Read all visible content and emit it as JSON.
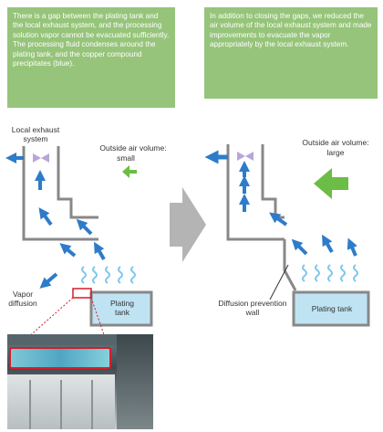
{
  "notes": {
    "left": "There is a gap between the plating tank and the local exhaust system, and the processing solution vapor cannot be evacuated sufficiently. The processing fluid condenses around the plating tank, and the copper compound precipitates (blue).",
    "right": "In addition to closing the gaps, we reduced the air volume of the local exhaust system and made improvements to evacuate the vapor appropriately by the local exhaust system."
  },
  "left_panel": {
    "exhaust_label": "Local exhaust system",
    "air_volume_label": "Outside air volume:",
    "air_volume_value": "small",
    "vapor_label": "Vapor diffusion",
    "tank_label": "Plating tank"
  },
  "right_panel": {
    "air_volume_label": "Outside air volume:",
    "air_volume_value": "large",
    "wall_label": "Diffusion prevention wall",
    "tank_label": "Plating tank"
  },
  "colors": {
    "note_bg": "#96c47a",
    "arrow_blue": "#2e7cc9",
    "vapor_blue": "#7fc6ee",
    "tank_fill": "#bfe3f3",
    "wall_gray": "#888888",
    "big_arrow_gray": "#b4b4b4",
    "outside_air_green": "#6cbd45",
    "precipitate_red": "#d61c2a"
  },
  "icons": [
    "fan-icon",
    "arrow-icon",
    "vapor-wave-icon",
    "transition-arrow-icon"
  ]
}
